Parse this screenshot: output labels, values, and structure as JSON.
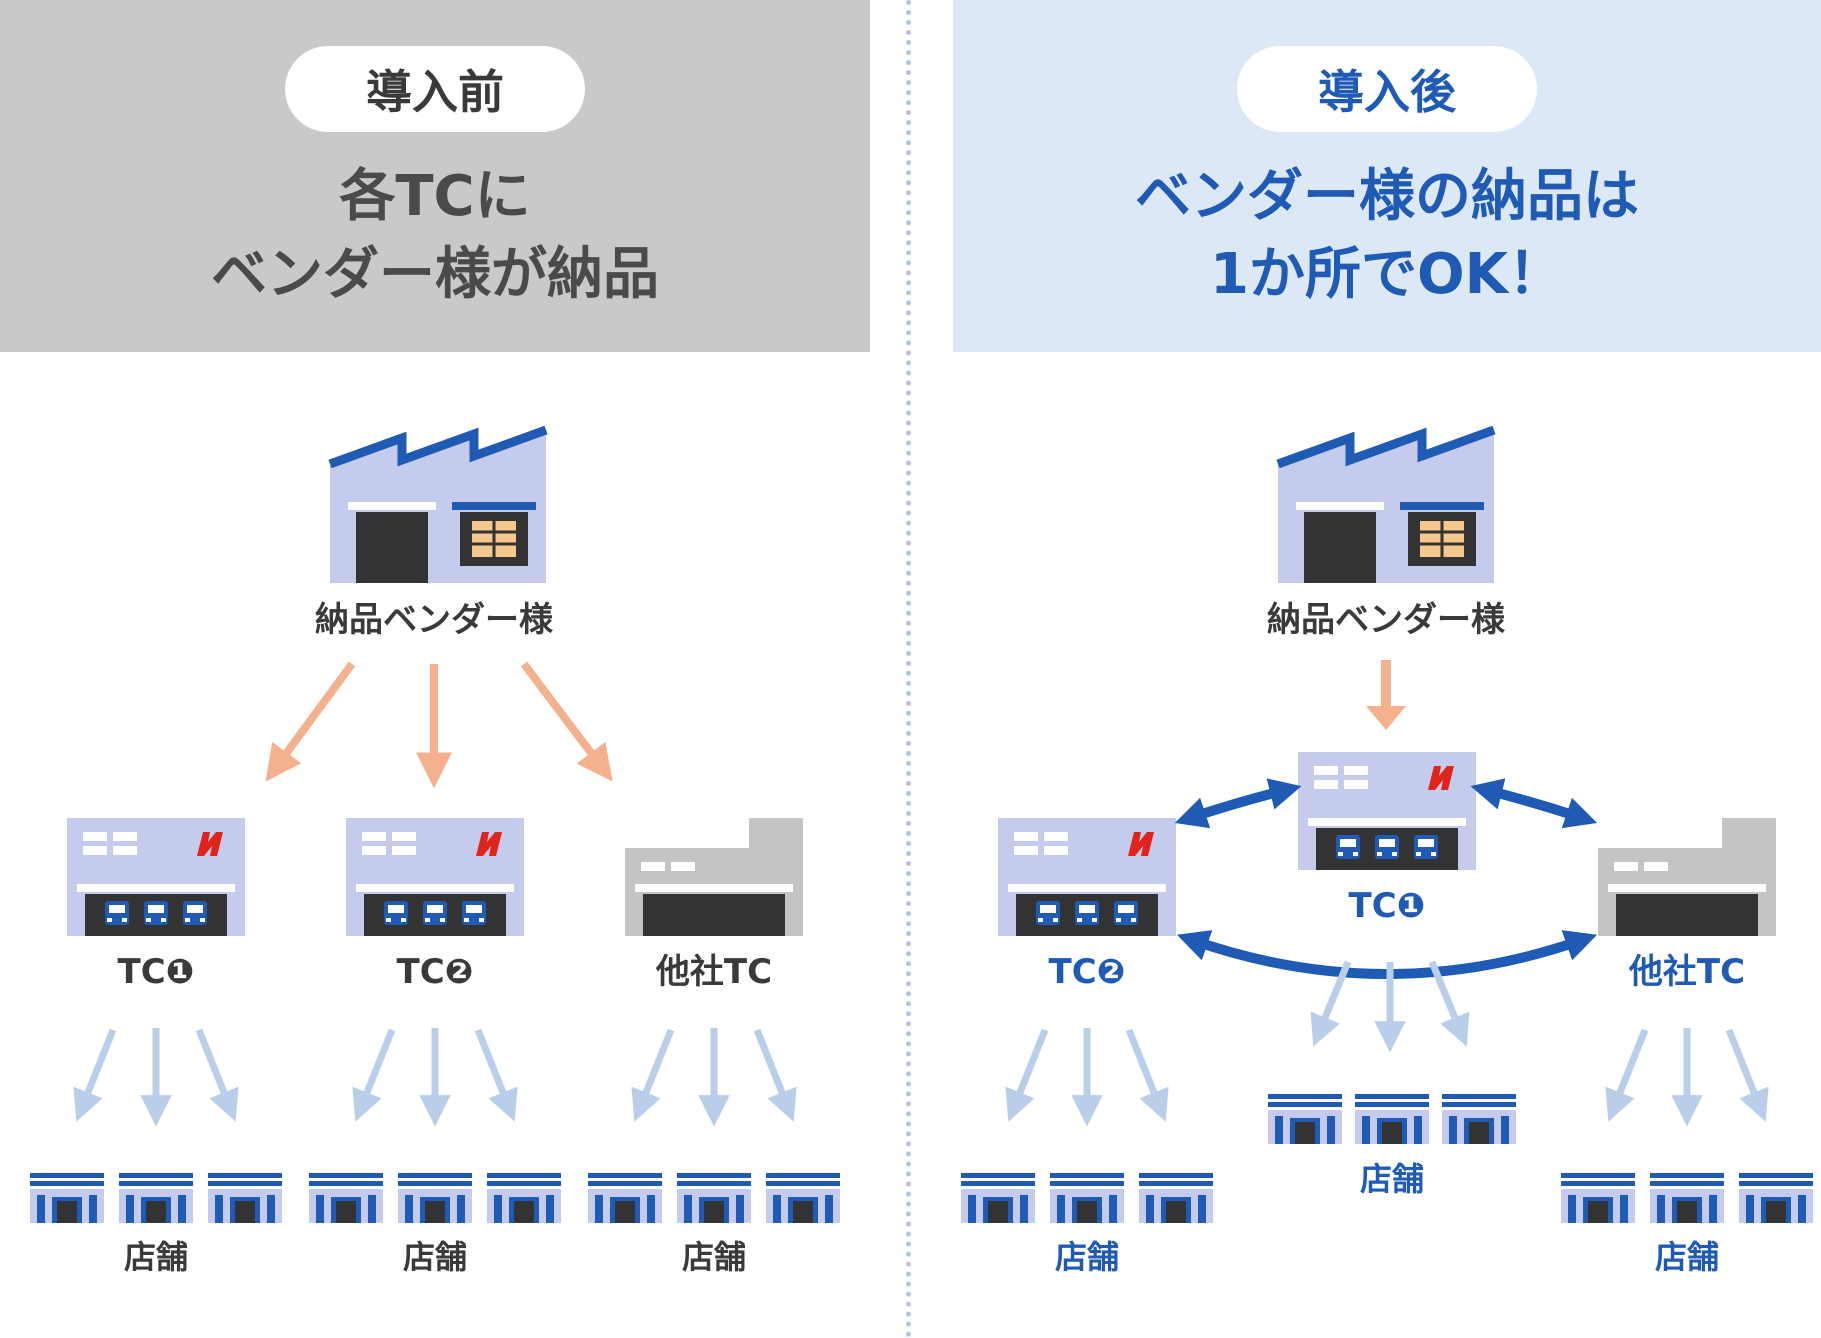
{
  "before": {
    "pill": "導入前",
    "headline_line1": "各TCに",
    "headline_line2": "ベンダー様が納品",
    "vendor_label": "納品ベンダー様",
    "tc1_label": "TC❶",
    "tc2_label": "TC❷",
    "other_tc_label": "他社TC",
    "store_label": "店舗"
  },
  "after": {
    "pill": "導入後",
    "headline_line1": "ベンダー様の納品は",
    "headline_line2": "1か所でOK！",
    "vendor_label": "納品ベンダー様",
    "tc1_label": "TC❶",
    "tc2_label": "TC❷",
    "other_tc_label": "他社TC",
    "store_label": "店舗"
  },
  "colors": {
    "before_header_bg": "#c9c9c9",
    "after_header_bg": "#dde8f6",
    "brand_blue": "#1f5bb5",
    "building_lavender": "#c5cbec",
    "vendor_arrow_orange": "#f5b08d",
    "store_arrow_lightblue": "#b9cfe9",
    "other_tc_gray": "#c4c4c4",
    "brand_red": "#e0241b"
  },
  "icons": [
    "factory-icon",
    "tc-warehouse-icon",
    "other-tc-warehouse-icon",
    "store-icon",
    "nittsu-logo-icon"
  ]
}
